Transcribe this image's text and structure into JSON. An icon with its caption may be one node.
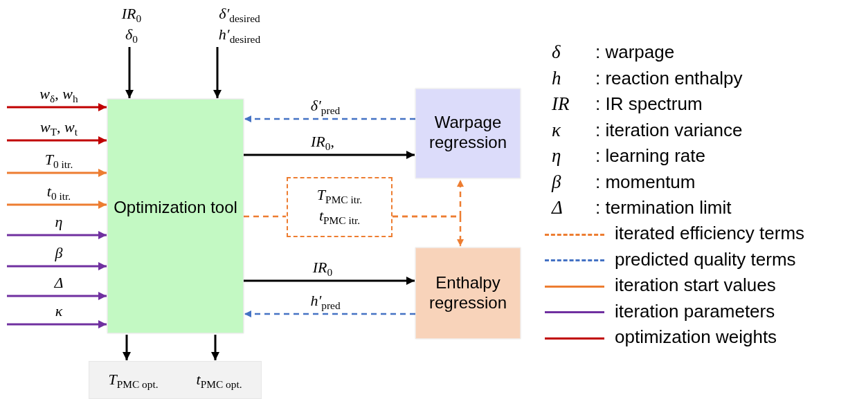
{
  "diagram": {
    "nodes": [
      {
        "text": [
          "Optimization tool"
        ]
      },
      {
        "text": [
          "Warpage regression"
        ]
      },
      {
        "text": [
          "Enthalpy regression"
        ]
      },
      {
        "text": [
          "*T*$_{PMC itr.}$",
          "*t*$_{PMC itr.}$"
        ]
      },
      {
        "text": [
          "*T*$_{PMC opt.}$",
          "*t*$_{PMC opt.}$"
        ]
      },
      {
        "text": [
          "*IR*$_{0}$",
          "*δ*$_{0}$"
        ]
      },
      {
        "text": [
          "*δ′*$_{desired}$",
          "*h′*$_{desired}$"
        ]
      }
    ],
    "edges": [
      {
        "from": null,
        "to": 0,
        "arrow": "to",
        "label": "*w*$_{δ}$, *w*$_{h}$",
        "color": "#c00000"
      },
      {
        "from": null,
        "to": 0,
        "arrow": "to",
        "label": "*w*$_{T}$, *w*$_{t}$",
        "color": "#c00000"
      },
      {
        "from": null,
        "to": 0,
        "arrow": "to",
        "label": "*T*$_{0 itr.}$",
        "color": "#ed7d31"
      },
      {
        "from": null,
        "to": 0,
        "arrow": "to",
        "label": "*t*$_{0 itr.}$",
        "color": "#ed7d31"
      },
      {
        "from": null,
        "to": 0,
        "arrow": "to",
        "label": "*η*",
        "color": "#7030a0"
      },
      {
        "from": null,
        "to": 0,
        "arrow": "to",
        "label": "*β*",
        "color": "#7030a0"
      },
      {
        "from": null,
        "to": 0,
        "arrow": "to",
        "label": "*Δ*",
        "color": "#7030a0"
      },
      {
        "from": null,
        "to": 0,
        "arrow": "to",
        "label": "*κ*",
        "color": "#7030a0"
      },
      {
        "from": 5,
        "to": 0,
        "arrow": "to"
      },
      {
        "from": 6,
        "to": 0,
        "arrow": "to"
      },
      {
        "from": 1,
        "to": 0,
        "arrow": "to",
        "label": "*δ′*$_{pred}$",
        "style": "dashed",
        "color": "#4472c4"
      },
      {
        "from": 0,
        "to": 1,
        "arrow": "to",
        "label": "*IR*$_{0}$,"
      },
      {
        "from": 0,
        "to": 3,
        "arrow": "none",
        "style": "dashed",
        "color": "#ed7d31"
      },
      {
        "from": 3,
        "to": 1,
        "arrow": "to",
        "style": "dashed",
        "color": "#ed7d31"
      },
      {
        "from": 3,
        "to": 2,
        "arrow": "to",
        "style": "dashed",
        "color": "#ed7d31"
      },
      {
        "from": 0,
        "to": 2,
        "arrow": "to",
        "label": "*IR*$_{0}$"
      },
      {
        "from": 2,
        "to": 0,
        "arrow": "to",
        "label": "*h′*$_{pred}$",
        "style": "dashed",
        "color": "#4472c4"
      },
      {
        "from": 0,
        "to": 4,
        "arrow": "to"
      },
      {
        "from": 0,
        "to": 4,
        "arrow": "to"
      }
    ],
    "labels": [
      "δ",
      ": warpage",
      "h",
      ": reaction enthalpy",
      "IR",
      ": IR spectrum",
      "κ",
      ": iteration variance",
      "η",
      ": learning rate",
      "β",
      ": momentum",
      "Δ",
      ": termination limit"
    ],
    "legend": [
      {
        "text": "iterated efficiency terms",
        "color": "#ed7d31"
      },
      {
        "text": "predicted quality terms",
        "color": "#4472c4"
      },
      {
        "text": "iteration start values",
        "color": "#ed7d31"
      },
      {
        "text": "iteration parameters",
        "color": "#7030a0"
      },
      {
        "text": "optimization weights",
        "color": "#c00000"
      }
    ]
  }
}
